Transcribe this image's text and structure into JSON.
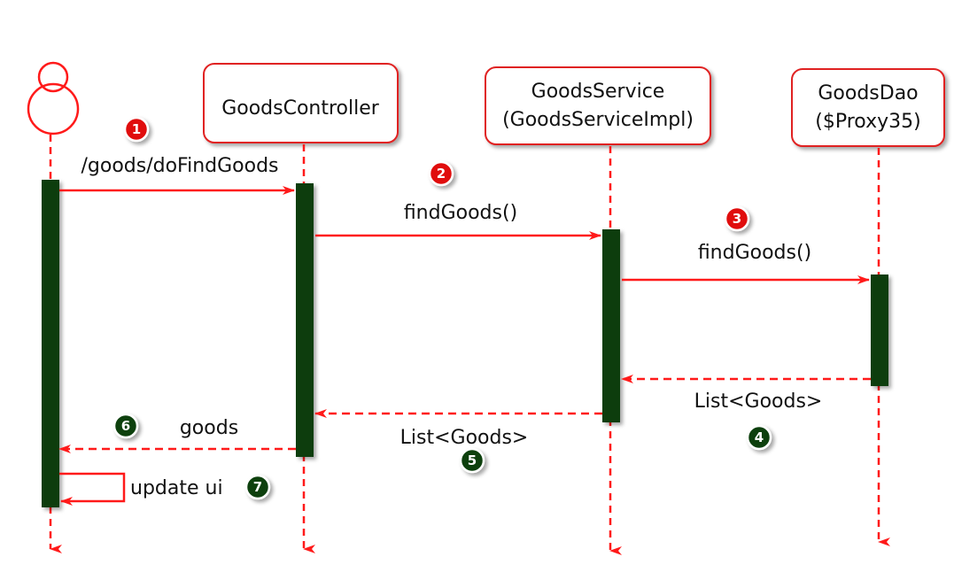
{
  "colors": {
    "line": "#ff1a1a",
    "activation": "#0a3d0a",
    "request_badge": "#e01010",
    "response_badge": "#0d4010",
    "box_border": "#e02020"
  },
  "actor": {
    "icon": "user-icon"
  },
  "participants": {
    "controller": {
      "line1": "GoodsController",
      "line2": ""
    },
    "service": {
      "line1": "GoodsService",
      "line2": "(GoodsServiceImpl)"
    },
    "dao": {
      "line1": "GoodsDao",
      "line2": "($Proxy35)"
    }
  },
  "messages": {
    "m1": {
      "badge": "1",
      "label": "/goods/doFindGoods"
    },
    "m2": {
      "badge": "2",
      "label": "findGoods()"
    },
    "m3": {
      "badge": "3",
      "label": "findGoods()"
    },
    "m4": {
      "badge": "4",
      "label": "List<Goods>"
    },
    "m5": {
      "badge": "5",
      "label": "List<Goods>"
    },
    "m6": {
      "badge": "6",
      "label": "goods"
    },
    "m7": {
      "badge": "7",
      "label": "update ui"
    }
  }
}
